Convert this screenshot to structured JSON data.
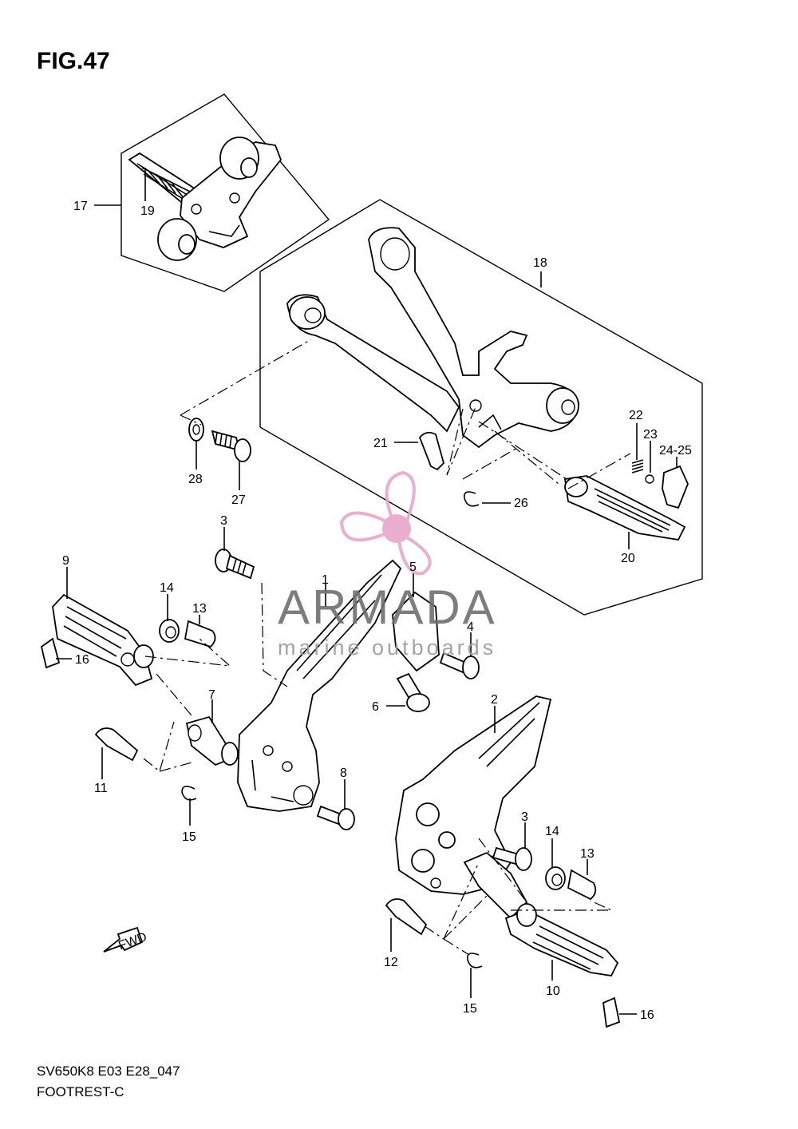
{
  "figure_title": "FIG.47",
  "footer": {
    "code": "SV650K8 E03 E28_047",
    "name": "FOOTREST-C"
  },
  "watermark": {
    "brand": "ARMADA",
    "tagline": "marine outboards",
    "logo_color": "#e8a0c8"
  },
  "fwd_label": "FWD",
  "callouts": [
    "17",
    "19",
    "18",
    "22",
    "23",
    "24-25",
    "21",
    "28",
    "27",
    "26",
    "20",
    "3",
    "9",
    "14",
    "13",
    "1",
    "5",
    "4",
    "16",
    "6",
    "2",
    "7",
    "11",
    "8",
    "15",
    "3",
    "14",
    "13",
    "12",
    "10",
    "15",
    "16"
  ]
}
